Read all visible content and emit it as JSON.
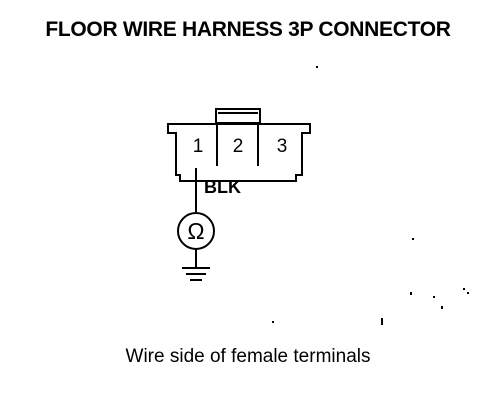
{
  "title": "FLOOR WIRE HARNESS 3P CONNECTOR",
  "connector": {
    "terminals": [
      "1",
      "2",
      "3"
    ]
  },
  "wire": {
    "color_label": "BLK"
  },
  "meter": {
    "symbol": "Ω"
  },
  "caption": "Wire side of female terminals"
}
